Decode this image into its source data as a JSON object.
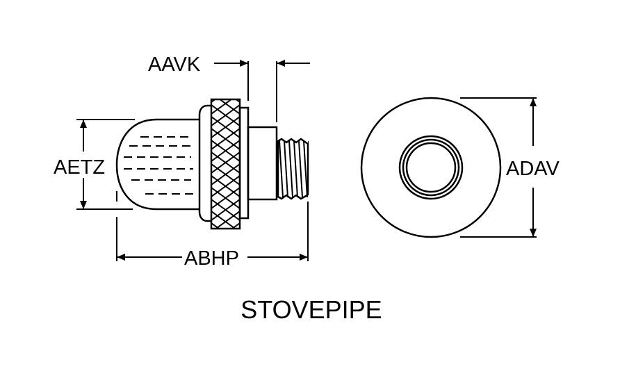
{
  "dimensions": {
    "aavk": "AAVK",
    "aetz": "AETZ",
    "abhp": "ABHP",
    "adav": "ADAV"
  },
  "title": "STOVEPIPE",
  "colors": {
    "line": "#000000",
    "background": "#ffffff"
  }
}
